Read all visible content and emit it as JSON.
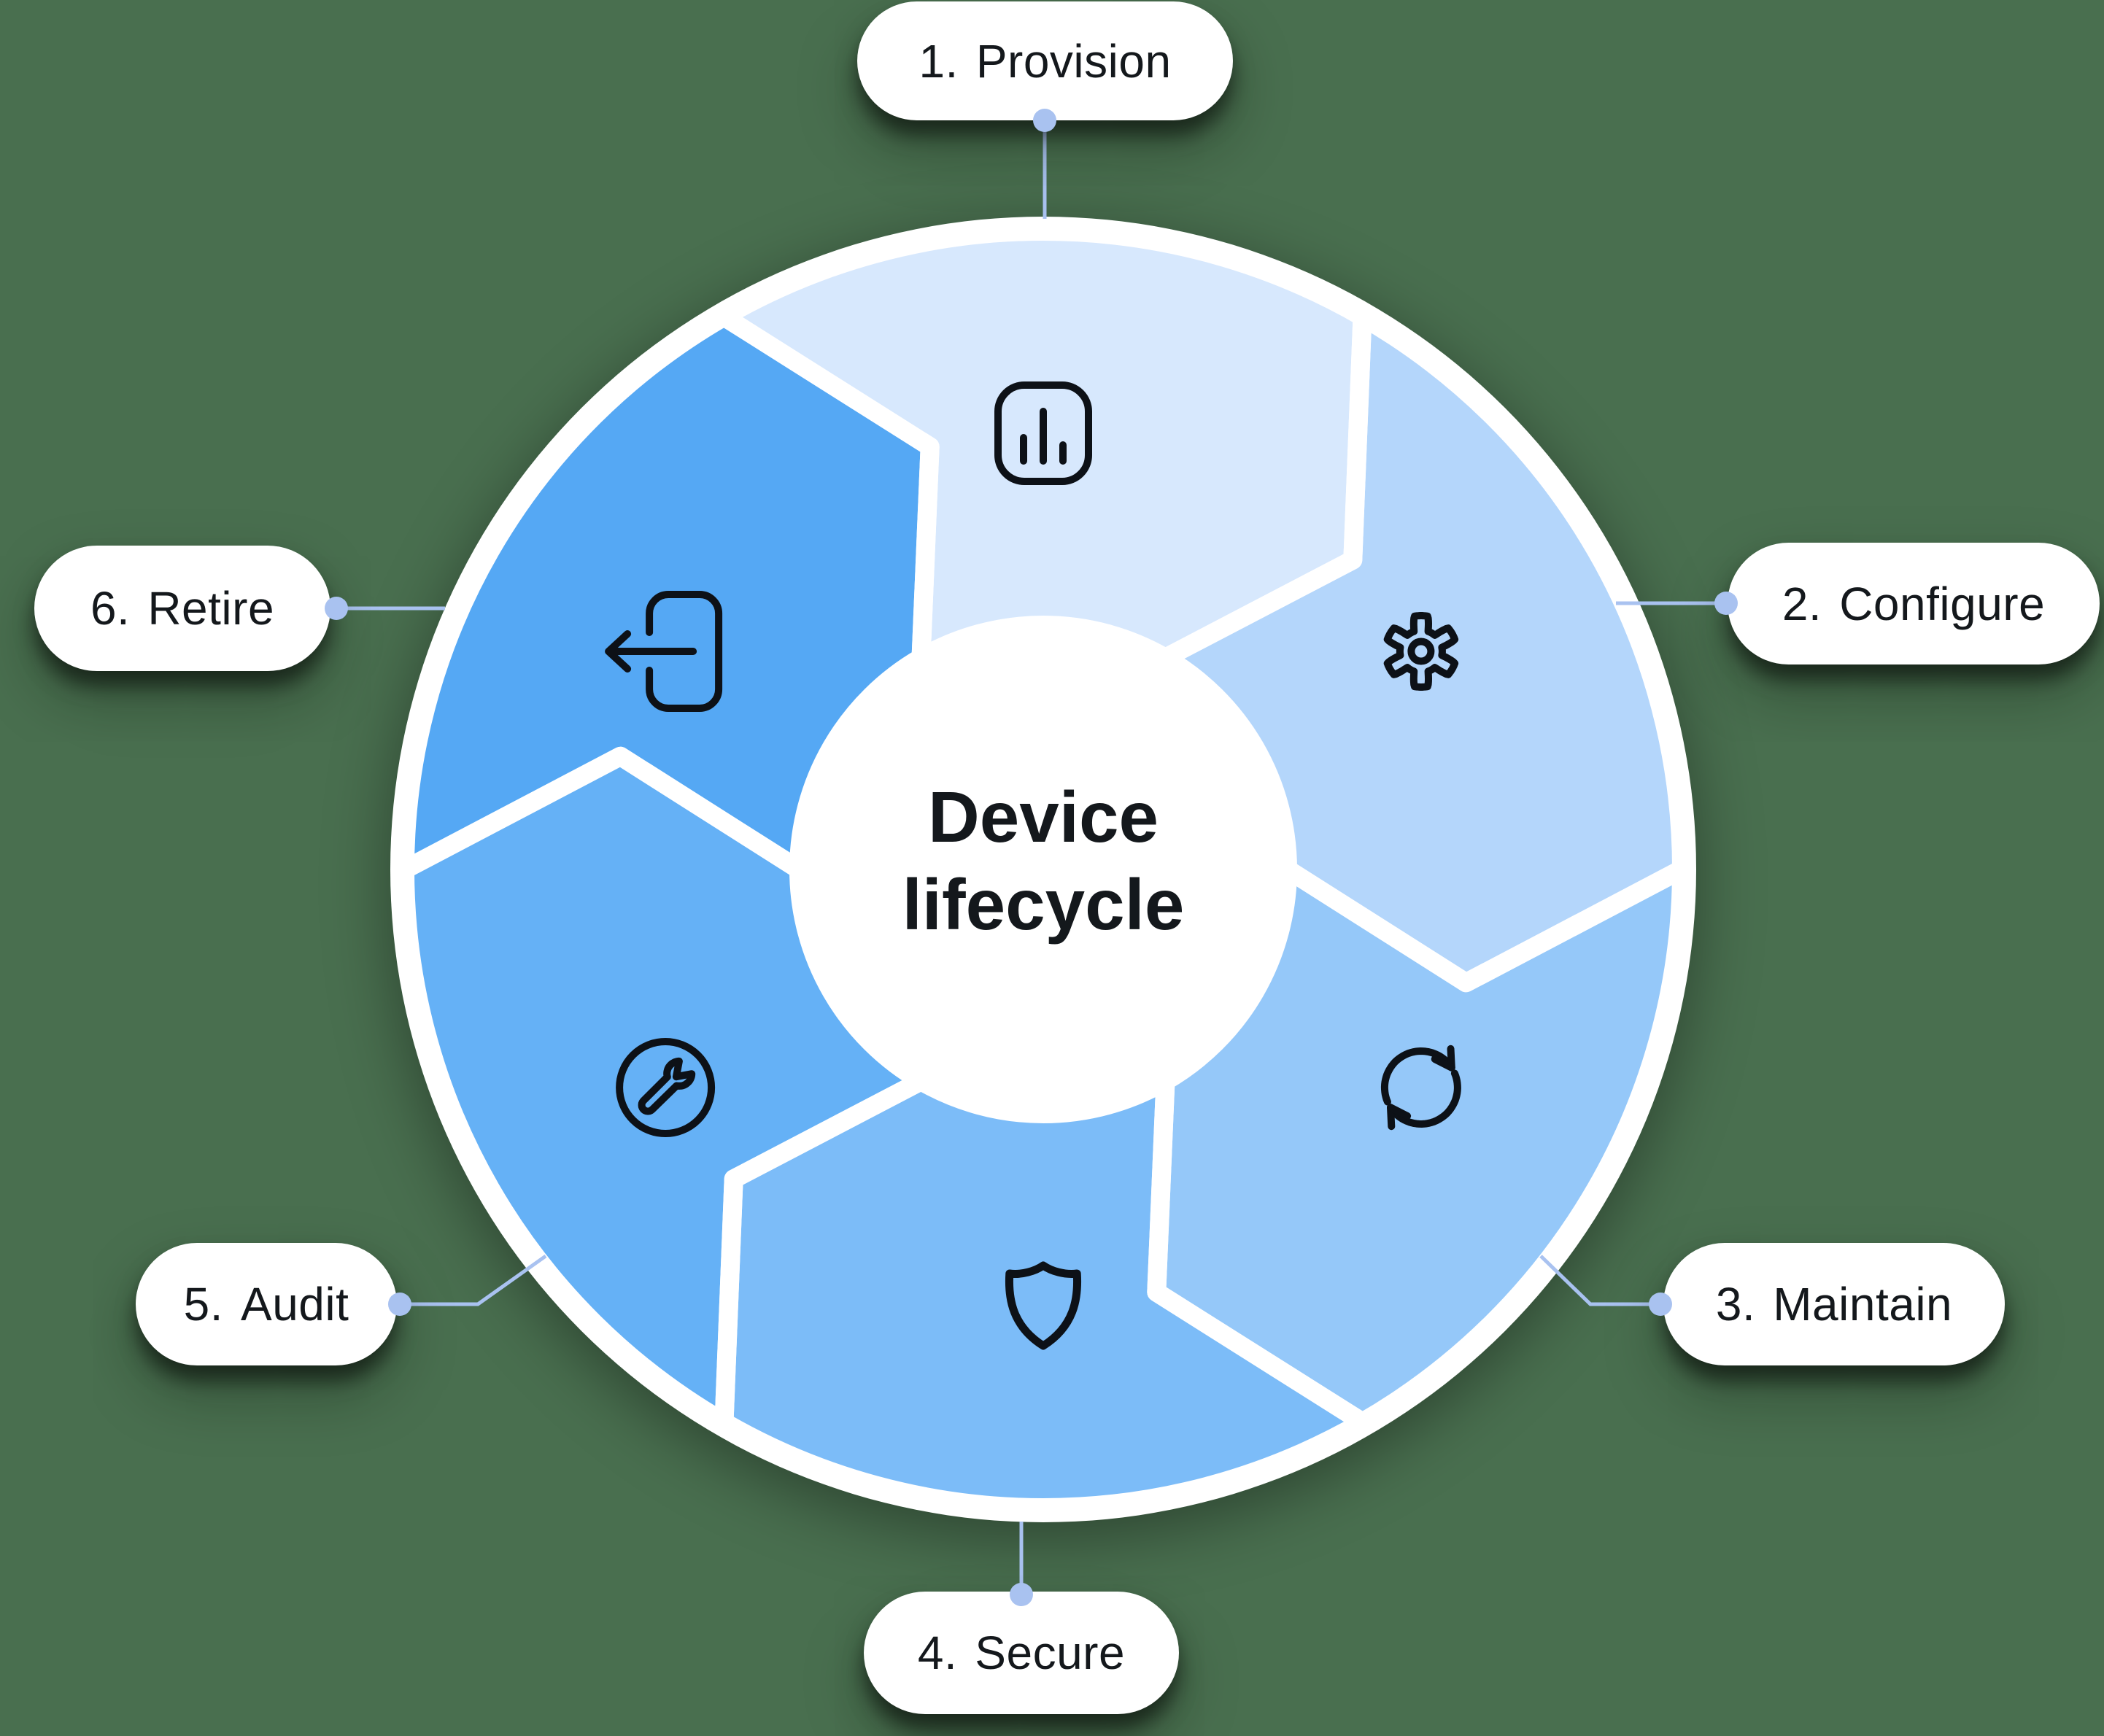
{
  "background_color": "#496F4F",
  "diagram": {
    "title_line1": "Device",
    "title_line2": "lifecycle",
    "connector_color": "#a9c2f0",
    "text_color": "#14181c",
    "icon_color": "#0d1117",
    "wheel_white": "#ffffff",
    "stages": [
      {
        "num": "1.",
        "label": "Provision",
        "icon": "bar-chart-icon",
        "color": "#d7e8fd",
        "angle": 0
      },
      {
        "num": "2.",
        "label": "Configure",
        "icon": "gear-icon",
        "color": "#b4d6fb",
        "angle": 60
      },
      {
        "num": "3.",
        "label": "Maintain",
        "icon": "sync-icon",
        "color": "#95c8f9",
        "angle": 120
      },
      {
        "num": "4.",
        "label": "Secure",
        "icon": "shield-icon",
        "color": "#7cbcf8",
        "angle": 180
      },
      {
        "num": "5.",
        "label": "Audit",
        "icon": "wrench-icon",
        "color": "#65b1f6",
        "angle": 240
      },
      {
        "num": "6.",
        "label": "Retire",
        "icon": "exit-icon",
        "color": "#55a8f4",
        "angle": 300
      }
    ]
  }
}
